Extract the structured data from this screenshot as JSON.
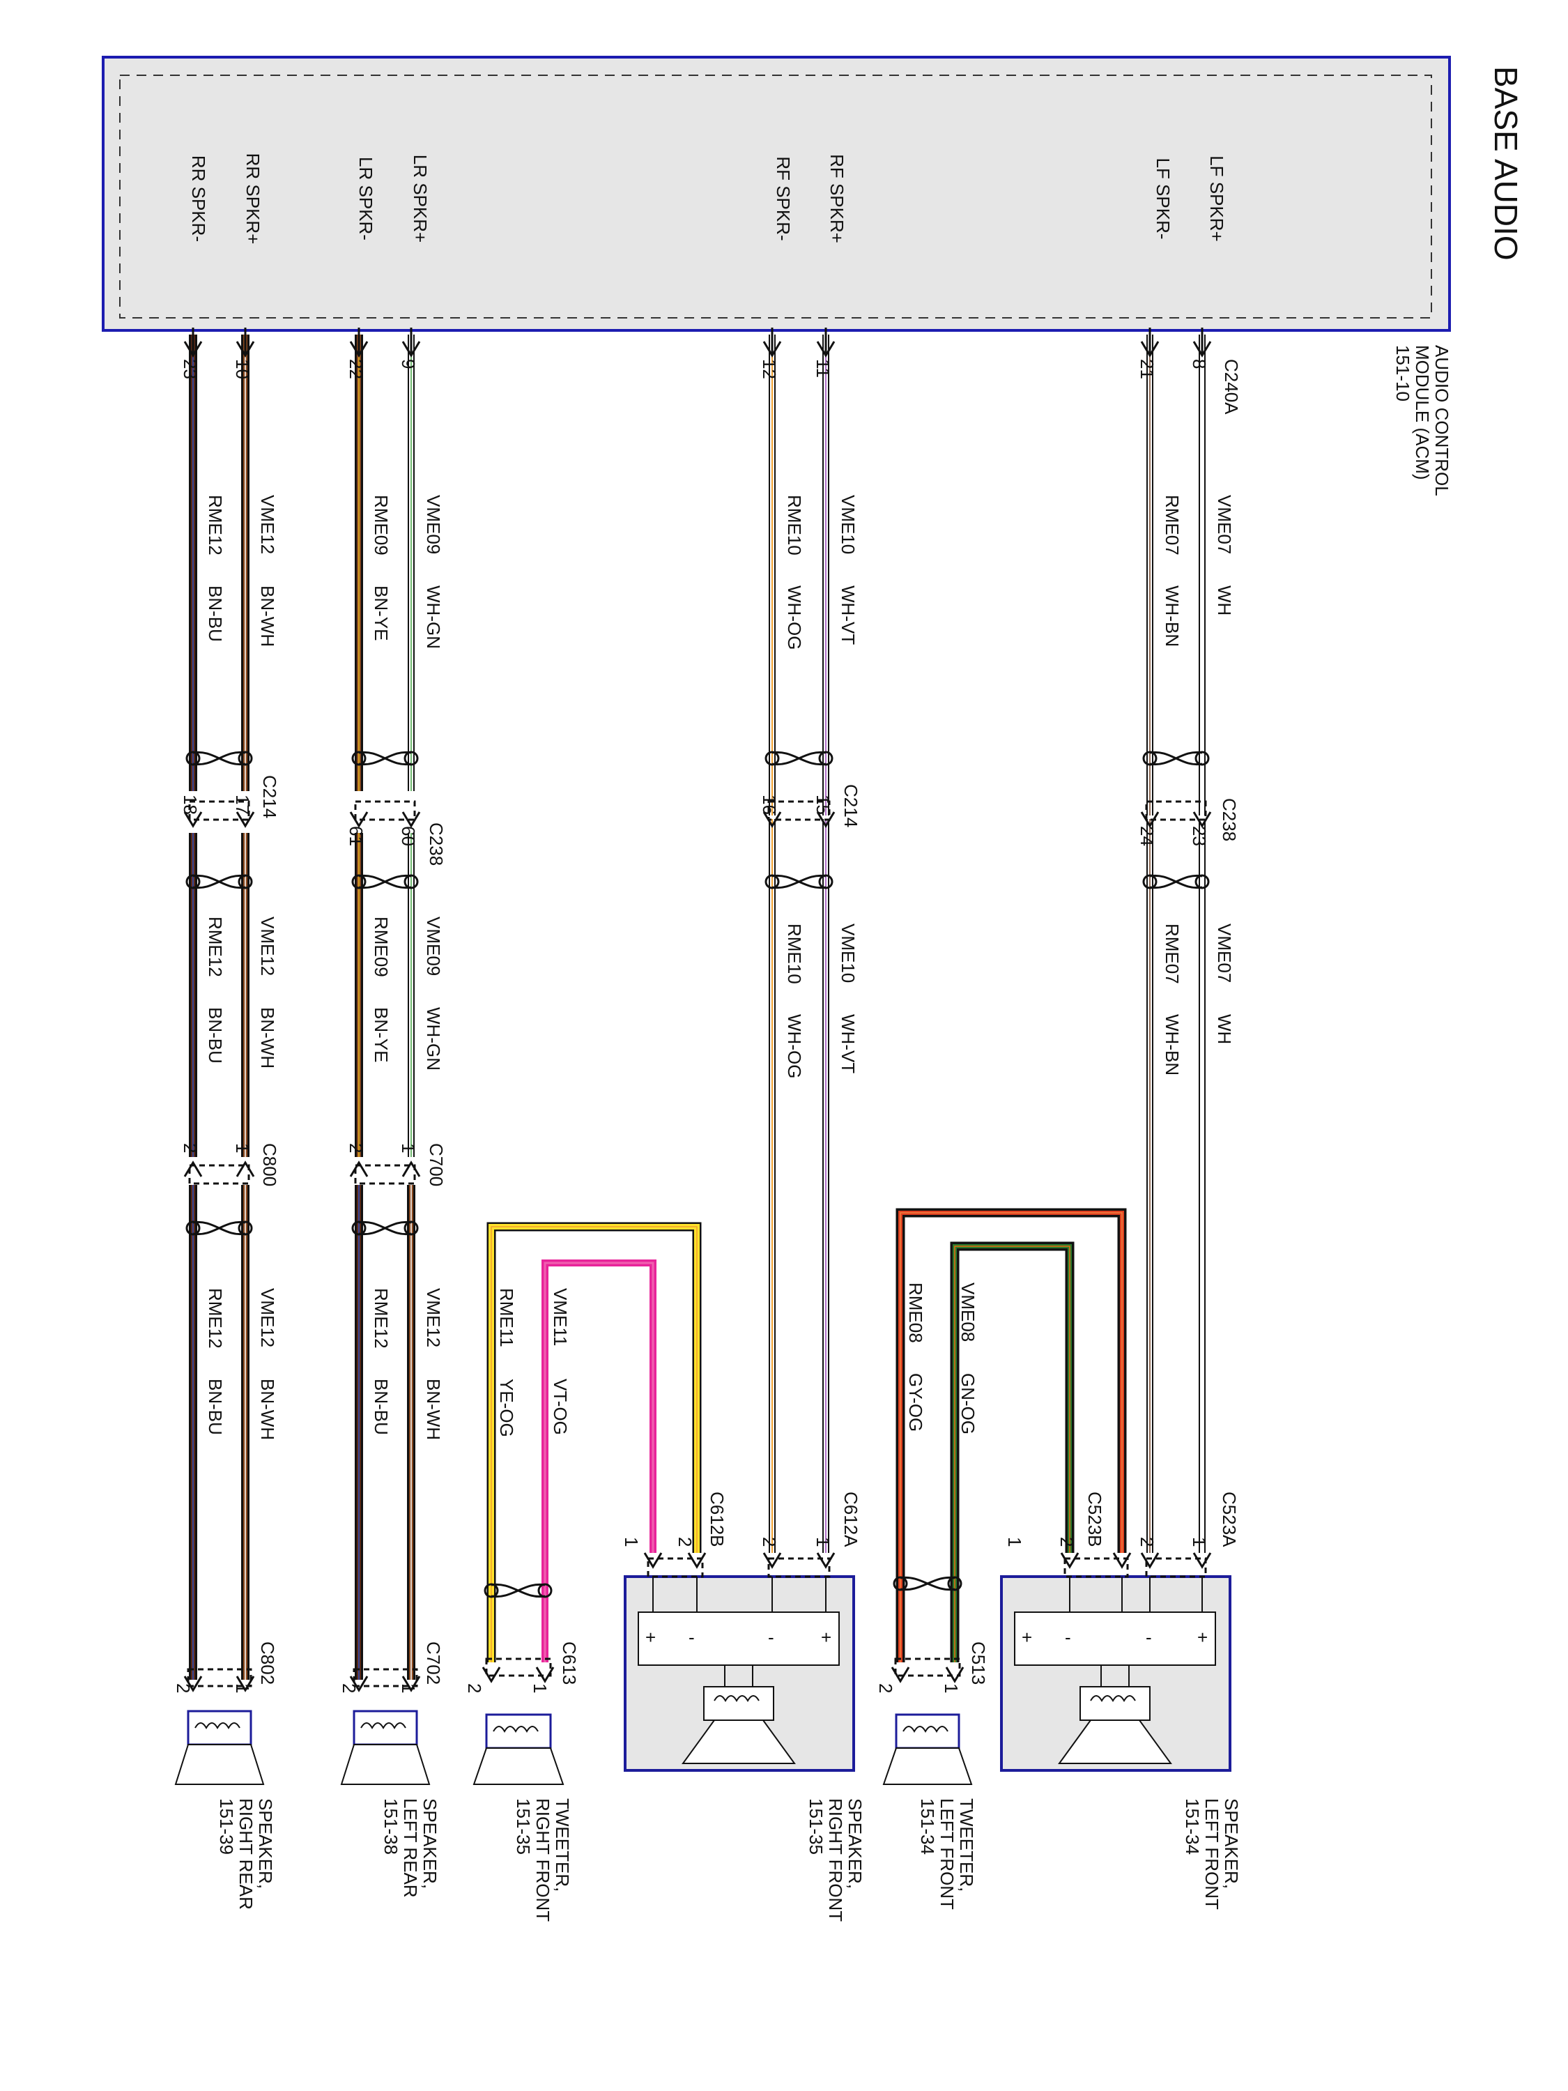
{
  "title": "BASE AUDIO",
  "module": {
    "label_lines": [
      "AUDIO CONTROL",
      "MODULE (ACM)",
      "151-10"
    ],
    "connector": "C240A"
  },
  "colors": {
    "module_border": "#1c1cb0",
    "box_fill": "#e6e6e6",
    "speaker_blue": "#1c1c9a"
  },
  "channels": [
    {
      "id": "lf",
      "plus_signal": "LF SPKR+",
      "minus_signal": "LF SPKR-",
      "plus_pin": "8",
      "minus_pin": "21",
      "splice_connector": "C238",
      "splice_plus_pin": "23",
      "splice_minus_pin": "24",
      "seg1_plus": {
        "circuit": "VME07",
        "color": "WH"
      },
      "seg1_minus": {
        "circuit": "RME07",
        "color": "WH-BN"
      },
      "seg2_plus": {
        "circuit": "VME07",
        "color": "WH"
      },
      "seg2_minus": {
        "circuit": "RME07",
        "color": "WH-BN"
      },
      "end_connector": "C523A",
      "end_plus_pin": "1",
      "end_minus_pin": "2",
      "device_lines": [
        "SPEAKER,",
        "LEFT FRONT",
        "151-34"
      ]
    },
    {
      "id": "rf",
      "plus_signal": "RF SPKR+",
      "minus_signal": "RF SPKR-",
      "plus_pin": "11",
      "minus_pin": "12",
      "splice_connector": "C214",
      "splice_plus_pin": "15",
      "splice_minus_pin": "16",
      "seg1_plus": {
        "circuit": "VME10",
        "color": "WH-VT"
      },
      "seg1_minus": {
        "circuit": "RME10",
        "color": "WH-OG"
      },
      "seg2_plus": {
        "circuit": "VME10",
        "color": "WH-VT"
      },
      "seg2_minus": {
        "circuit": "RME10",
        "color": "WH-OG"
      },
      "end_connector": "C612A",
      "end_plus_pin": "1",
      "end_minus_pin": "2",
      "device_lines": [
        "SPEAKER,",
        "RIGHT FRONT",
        "151-35"
      ]
    },
    {
      "id": "lr",
      "plus_signal": "LR SPKR+",
      "minus_signal": "LR SPKR-",
      "plus_pin": "9",
      "minus_pin": "22",
      "splice_connector": "C238",
      "splice_plus_pin": "60",
      "splice_minus_pin": "61",
      "seg1_plus": {
        "circuit": "VME09",
        "color": "WH-GN"
      },
      "seg1_minus": {
        "circuit": "RME09",
        "color": "BN-YE"
      },
      "seg2_plus": {
        "circuit": "VME09",
        "color": "WH-GN"
      },
      "seg2_minus": {
        "circuit": "RME09",
        "color": "BN-YE"
      },
      "mid_connector": "C700",
      "mid_plus_pin": "1",
      "mid_minus_pin": "2",
      "seg3_plus": {
        "circuit": "VME12",
        "color": "BN-WH"
      },
      "seg3_minus": {
        "circuit": "RME12",
        "color": "BN-BU"
      },
      "end_connector": "C702",
      "end_plus_pin": "1",
      "end_minus_pin": "2",
      "device_lines": [
        "SPEAKER,",
        "LEFT REAR",
        "151-38"
      ]
    },
    {
      "id": "rr",
      "plus_signal": "RR SPKR+",
      "minus_signal": "RR SPKR-",
      "plus_pin": "10",
      "minus_pin": "23",
      "splice_connector": "C214",
      "splice_plus_pin": "17",
      "splice_minus_pin": "18",
      "seg1_plus": {
        "circuit": "VME12",
        "color": "BN-WH"
      },
      "seg1_minus": {
        "circuit": "RME12",
        "color": "BN-BU"
      },
      "seg2_plus": {
        "circuit": "VME12",
        "color": "BN-WH"
      },
      "seg2_minus": {
        "circuit": "RME12",
        "color": "BN-BU"
      },
      "mid_connector": "C800",
      "mid_plus_pin": "1",
      "mid_minus_pin": "2",
      "seg3_plus": {
        "circuit": "VME12",
        "color": "BN-WH"
      },
      "seg3_minus": {
        "circuit": "RME12",
        "color": "BN-BU"
      },
      "end_connector": "C802",
      "end_plus_pin": "1",
      "end_minus_pin": "2",
      "device_lines": [
        "SPEAKER,",
        "RIGHT REAR",
        "151-39"
      ]
    }
  ],
  "tweeters": [
    {
      "id": "tlf",
      "source_connector": "C523B",
      "source_plus_pin": "2",
      "source_minus_pin": "1",
      "plus": {
        "circuit": "VME08",
        "color": "GN-OG"
      },
      "minus": {
        "circuit": "RME08",
        "color": "GY-OG"
      },
      "end_connector": "C513",
      "end_plus_pin": "1",
      "end_minus_pin": "2",
      "device_lines": [
        "TWEETER,",
        "LEFT FRONT",
        "151-34"
      ]
    },
    {
      "id": "trf",
      "source_connector": "C612B",
      "source_plus_pin": "2",
      "source_minus_pin": "1",
      "plus": {
        "circuit": "VME11",
        "color": "VT-OG"
      },
      "minus": {
        "circuit": "RME11",
        "color": "YE-OG"
      },
      "end_connector": "C613",
      "end_plus_pin": "1",
      "end_minus_pin": "2",
      "device_lines": [
        "TWEETER,",
        "RIGHT FRONT",
        "151-35"
      ]
    }
  ],
  "terminal_signs": {
    "plus": "+",
    "minus": "-"
  }
}
